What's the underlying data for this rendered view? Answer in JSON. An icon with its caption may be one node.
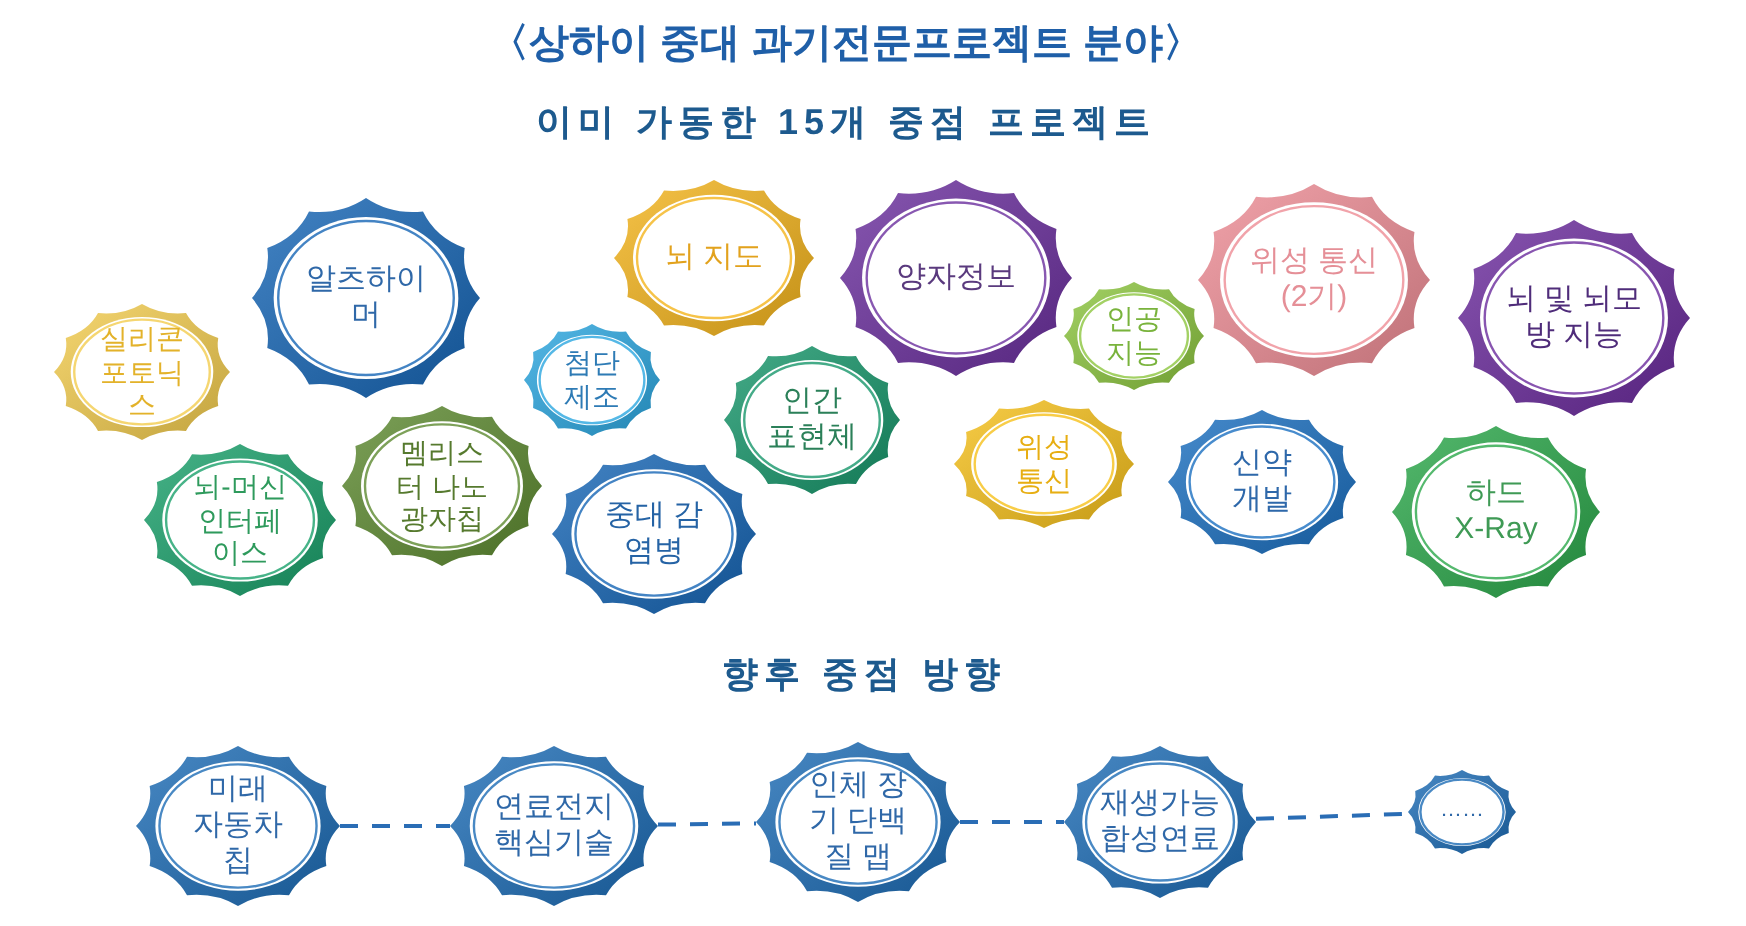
{
  "diagram": {
    "title": "〈상하이 중대 과기전문프로젝트 분야〉",
    "nodes": [
      {
        "text": [
          "실리콘 포토닉스"
        ]
      },
      {
        "text": [
          "알츠하이머"
        ]
      },
      {
        "text": [
          "뇌-머신 인터페이스"
        ]
      },
      {
        "text": [
          "멤리스터 나노 광자칩"
        ]
      },
      {
        "text": [
          "첨단 제조"
        ]
      },
      {
        "text": [
          "뇌 지도"
        ]
      },
      {
        "text": [
          "중대 감염병"
        ]
      },
      {
        "text": [
          "인간 표현체"
        ]
      },
      {
        "text": [
          "양자정보"
        ]
      },
      {
        "text": [
          "위성 통신"
        ]
      },
      {
        "text": [
          "인공 지능"
        ]
      },
      {
        "text": [
          "위성 통신 (2기)"
        ]
      },
      {
        "text": [
          "신약 개발"
        ]
      },
      {
        "text": [
          "뇌 및 뇌모방 지능"
        ]
      },
      {
        "text": [
          "하드 X-Ray"
        ]
      },
      {
        "text": [
          "미래 자동차 칩"
        ]
      },
      {
        "text": [
          "연료전지 핵심기술"
        ]
      },
      {
        "text": [
          "인체 장기 단백질 맵"
        ]
      },
      {
        "text": [
          "재생가능 합성연료"
        ]
      },
      {
        "text": [
          "……"
        ]
      }
    ],
    "edges": [
      {
        "from": 15,
        "to": 16,
        "arrow": "none",
        "style": "dashed"
      },
      {
        "from": 16,
        "to": 17,
        "arrow": "none",
        "style": "dashed"
      },
      {
        "from": 17,
        "to": 18,
        "arrow": "none",
        "style": "dashed"
      },
      {
        "from": 18,
        "to": 19,
        "arrow": "none",
        "style": "dashed"
      }
    ],
    "labels": [
      "이미 가동한 15개 중점 프로젝트",
      "향후 중점 방향"
    ]
  }
}
